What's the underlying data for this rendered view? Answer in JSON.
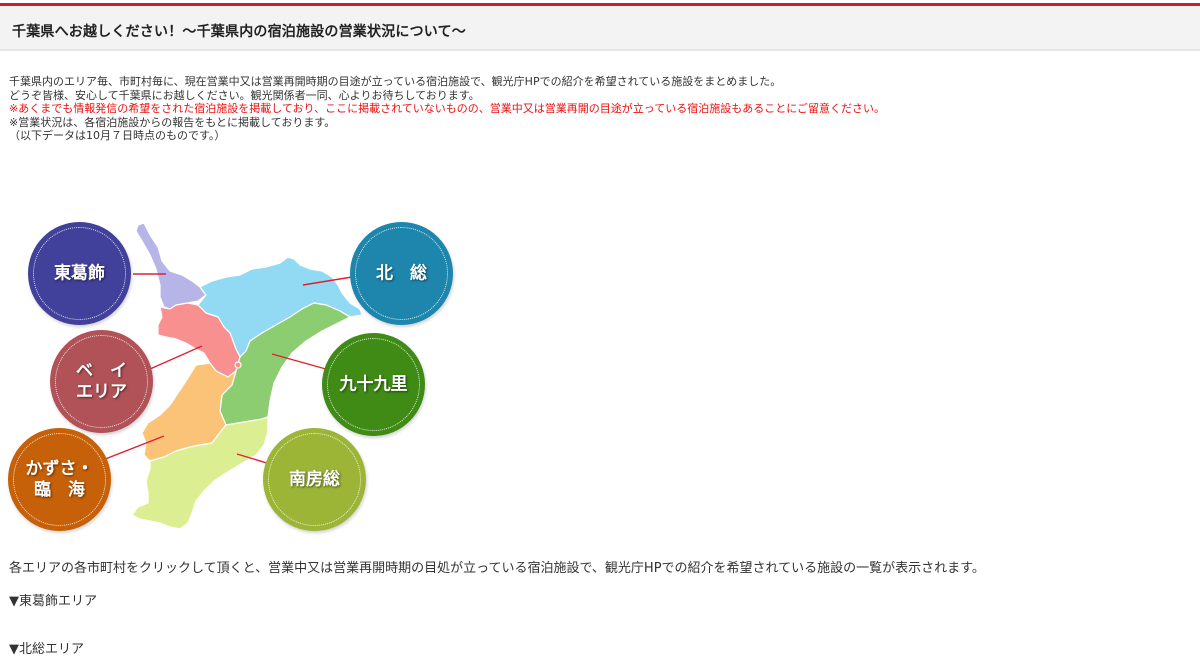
{
  "header": {
    "title": "千葉県へお越しください！～千葉県内の宿泊施設の営業状況について～",
    "accent_color": "#c0242d"
  },
  "intro": {
    "lines": [
      "千葉県内のエリア毎、市町村毎に、現在営業中又は営業再開時期の目途が立っている宿泊施設で、観光庁HPでの紹介を希望されている施設をまとめました。",
      "どうぞ皆様、安心して千葉県にお越しください。観光関係者一同、心よりお待ちしております。",
      "※あくまでも情報発信の希望をされた宿泊施設を掲載しており、ここに掲載されていないものの、営業中又は営業再開の目途が立っている宿泊施設もあることにご留意ください。",
      "※営業状況は、各宿泊施設からの報告をもとに掲載しております。",
      "（以下データは10月７日時点のものです。）"
    ],
    "warning_color": "#ee1111"
  },
  "map": {
    "areas": [
      {
        "id": "higashikatsushika",
        "label": "東葛飾",
        "circle_color": "#41409a",
        "region_color": "#b7b4e8"
      },
      {
        "id": "hokuso",
        "label": "北　総",
        "circle_color": "#1e86ad",
        "region_color": "#92d9f3"
      },
      {
        "id": "bay",
        "label": "ベ　イ\nエリア",
        "circle_color": "#b05257",
        "region_color": "#f8908f"
      },
      {
        "id": "kujukuri",
        "label": "九十九里",
        "circle_color": "#3f8b16",
        "region_color": "#8ccd72"
      },
      {
        "id": "kazusa",
        "label": "かずさ・\n臨　海",
        "circle_color": "#c76109",
        "region_color": "#fbc377"
      },
      {
        "id": "minamiboso",
        "label": "南房総",
        "circle_color": "#9cb536",
        "region_color": "#dcee92"
      }
    ],
    "connector_color": "#dd2233"
  },
  "instructions": "各エリアの各市町村をクリックして頂くと、営業中又は営業再開時期の目処が立っている宿泊施設で、観光庁HPでの紹介を希望されている施設の一覧が表示されます。",
  "sections": [
    {
      "label": "▼東葛飾エリア"
    },
    {
      "label": "▼北総エリア"
    }
  ]
}
